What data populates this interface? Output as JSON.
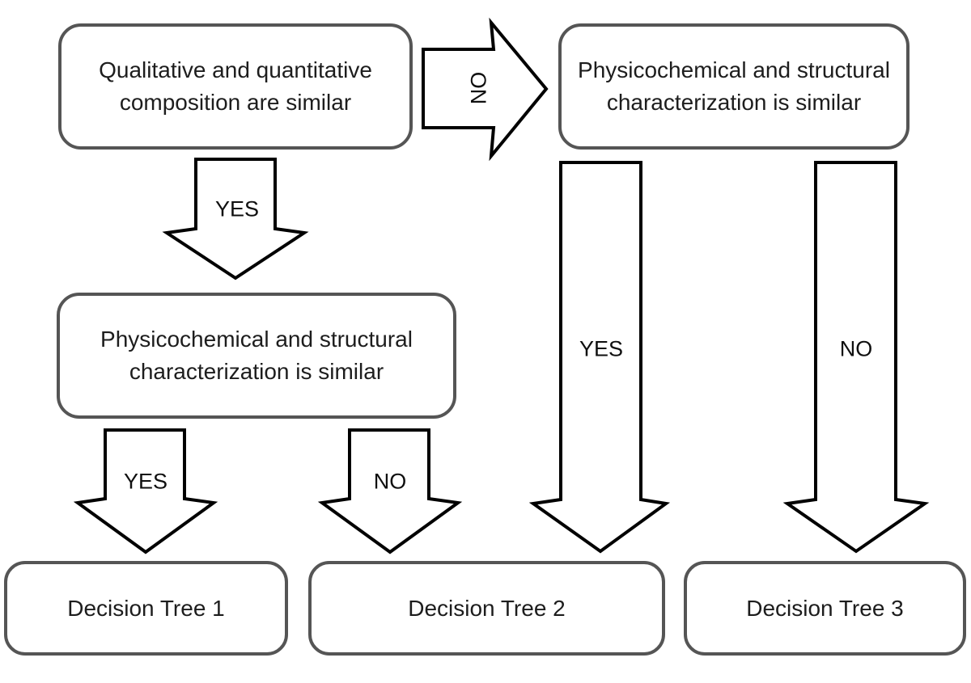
{
  "diagram": {
    "type": "flowchart",
    "nodes": {
      "qualitative_quantitative": {
        "text": "Qualitative and quantitative composition are similar"
      },
      "physicochemical_top": {
        "text": "Physicochemical and structural characterization is similar"
      },
      "physicochemical_mid": {
        "text": "Physicochemical and structural characterization is similar"
      },
      "decision_tree_1": {
        "text": "Decision Tree 1"
      },
      "decision_tree_2": {
        "text": "Decision Tree 2"
      },
      "decision_tree_3": {
        "text": "Decision Tree 3"
      }
    },
    "arrows": {
      "no_right": {
        "label": "NO",
        "from": "qualitative_quantitative",
        "to": "physicochemical_top",
        "direction": "right"
      },
      "yes_down_1": {
        "label": "YES",
        "from": "qualitative_quantitative",
        "to": "physicochemical_mid",
        "direction": "down"
      },
      "yes_to_dt1": {
        "label": "YES",
        "from": "physicochemical_mid",
        "to": "decision_tree_1",
        "direction": "down"
      },
      "no_to_dt2": {
        "label": "NO",
        "from": "physicochemical_mid",
        "to": "decision_tree_2",
        "direction": "down"
      },
      "yes_to_dt2": {
        "label": "YES",
        "from": "physicochemical_top",
        "to": "decision_tree_2",
        "direction": "down"
      },
      "no_to_dt3": {
        "label": "NO",
        "from": "physicochemical_top",
        "to": "decision_tree_3",
        "direction": "down"
      }
    },
    "colors": {
      "background": "#ffffff",
      "box_border": "#555555",
      "arrow_stroke": "#000000",
      "text": "#1d1d1d"
    }
  }
}
